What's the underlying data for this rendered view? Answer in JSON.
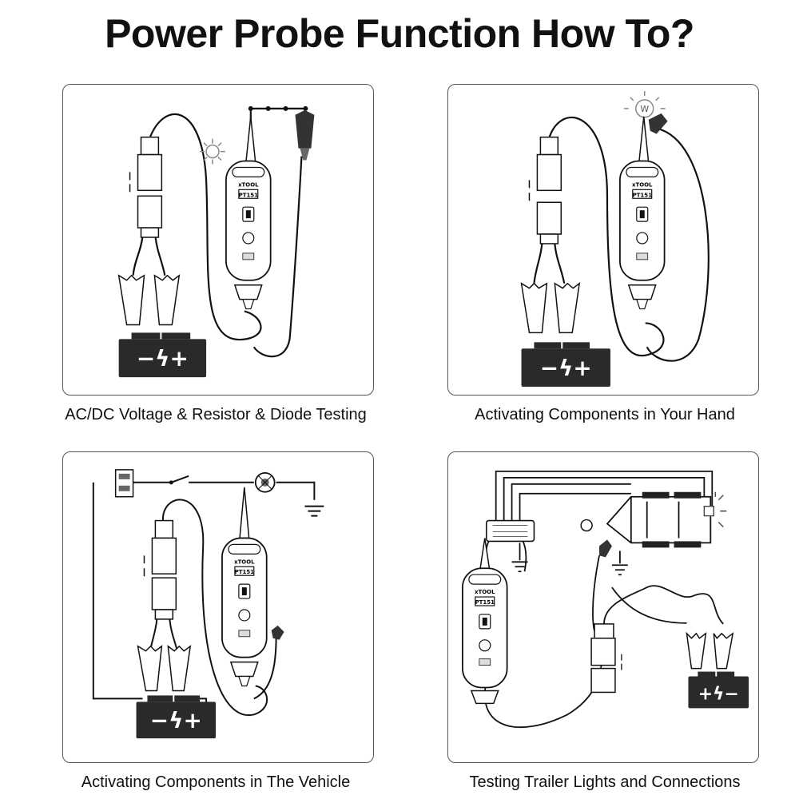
{
  "title": "Power Probe Function How To?",
  "panels": [
    {
      "caption": "AC/DC Voltage & Resistor & Diode Testing",
      "battery_label": "−ϟ+"
    },
    {
      "caption": "Activating Components in Your Hand",
      "battery_label": "−ϟ+",
      "bulb_letter": "W"
    },
    {
      "caption": "Activating Components in The Vehicle",
      "battery_label": "−ϟ+"
    },
    {
      "caption": "Testing Trailer Lights and Connections",
      "battery_label": "+ϟ−"
    }
  ],
  "device": {
    "brand": "xTOOL",
    "model": "PT151"
  },
  "colors": {
    "line": "#111111",
    "battery": "#2a2a2a",
    "outline": "#555555"
  }
}
